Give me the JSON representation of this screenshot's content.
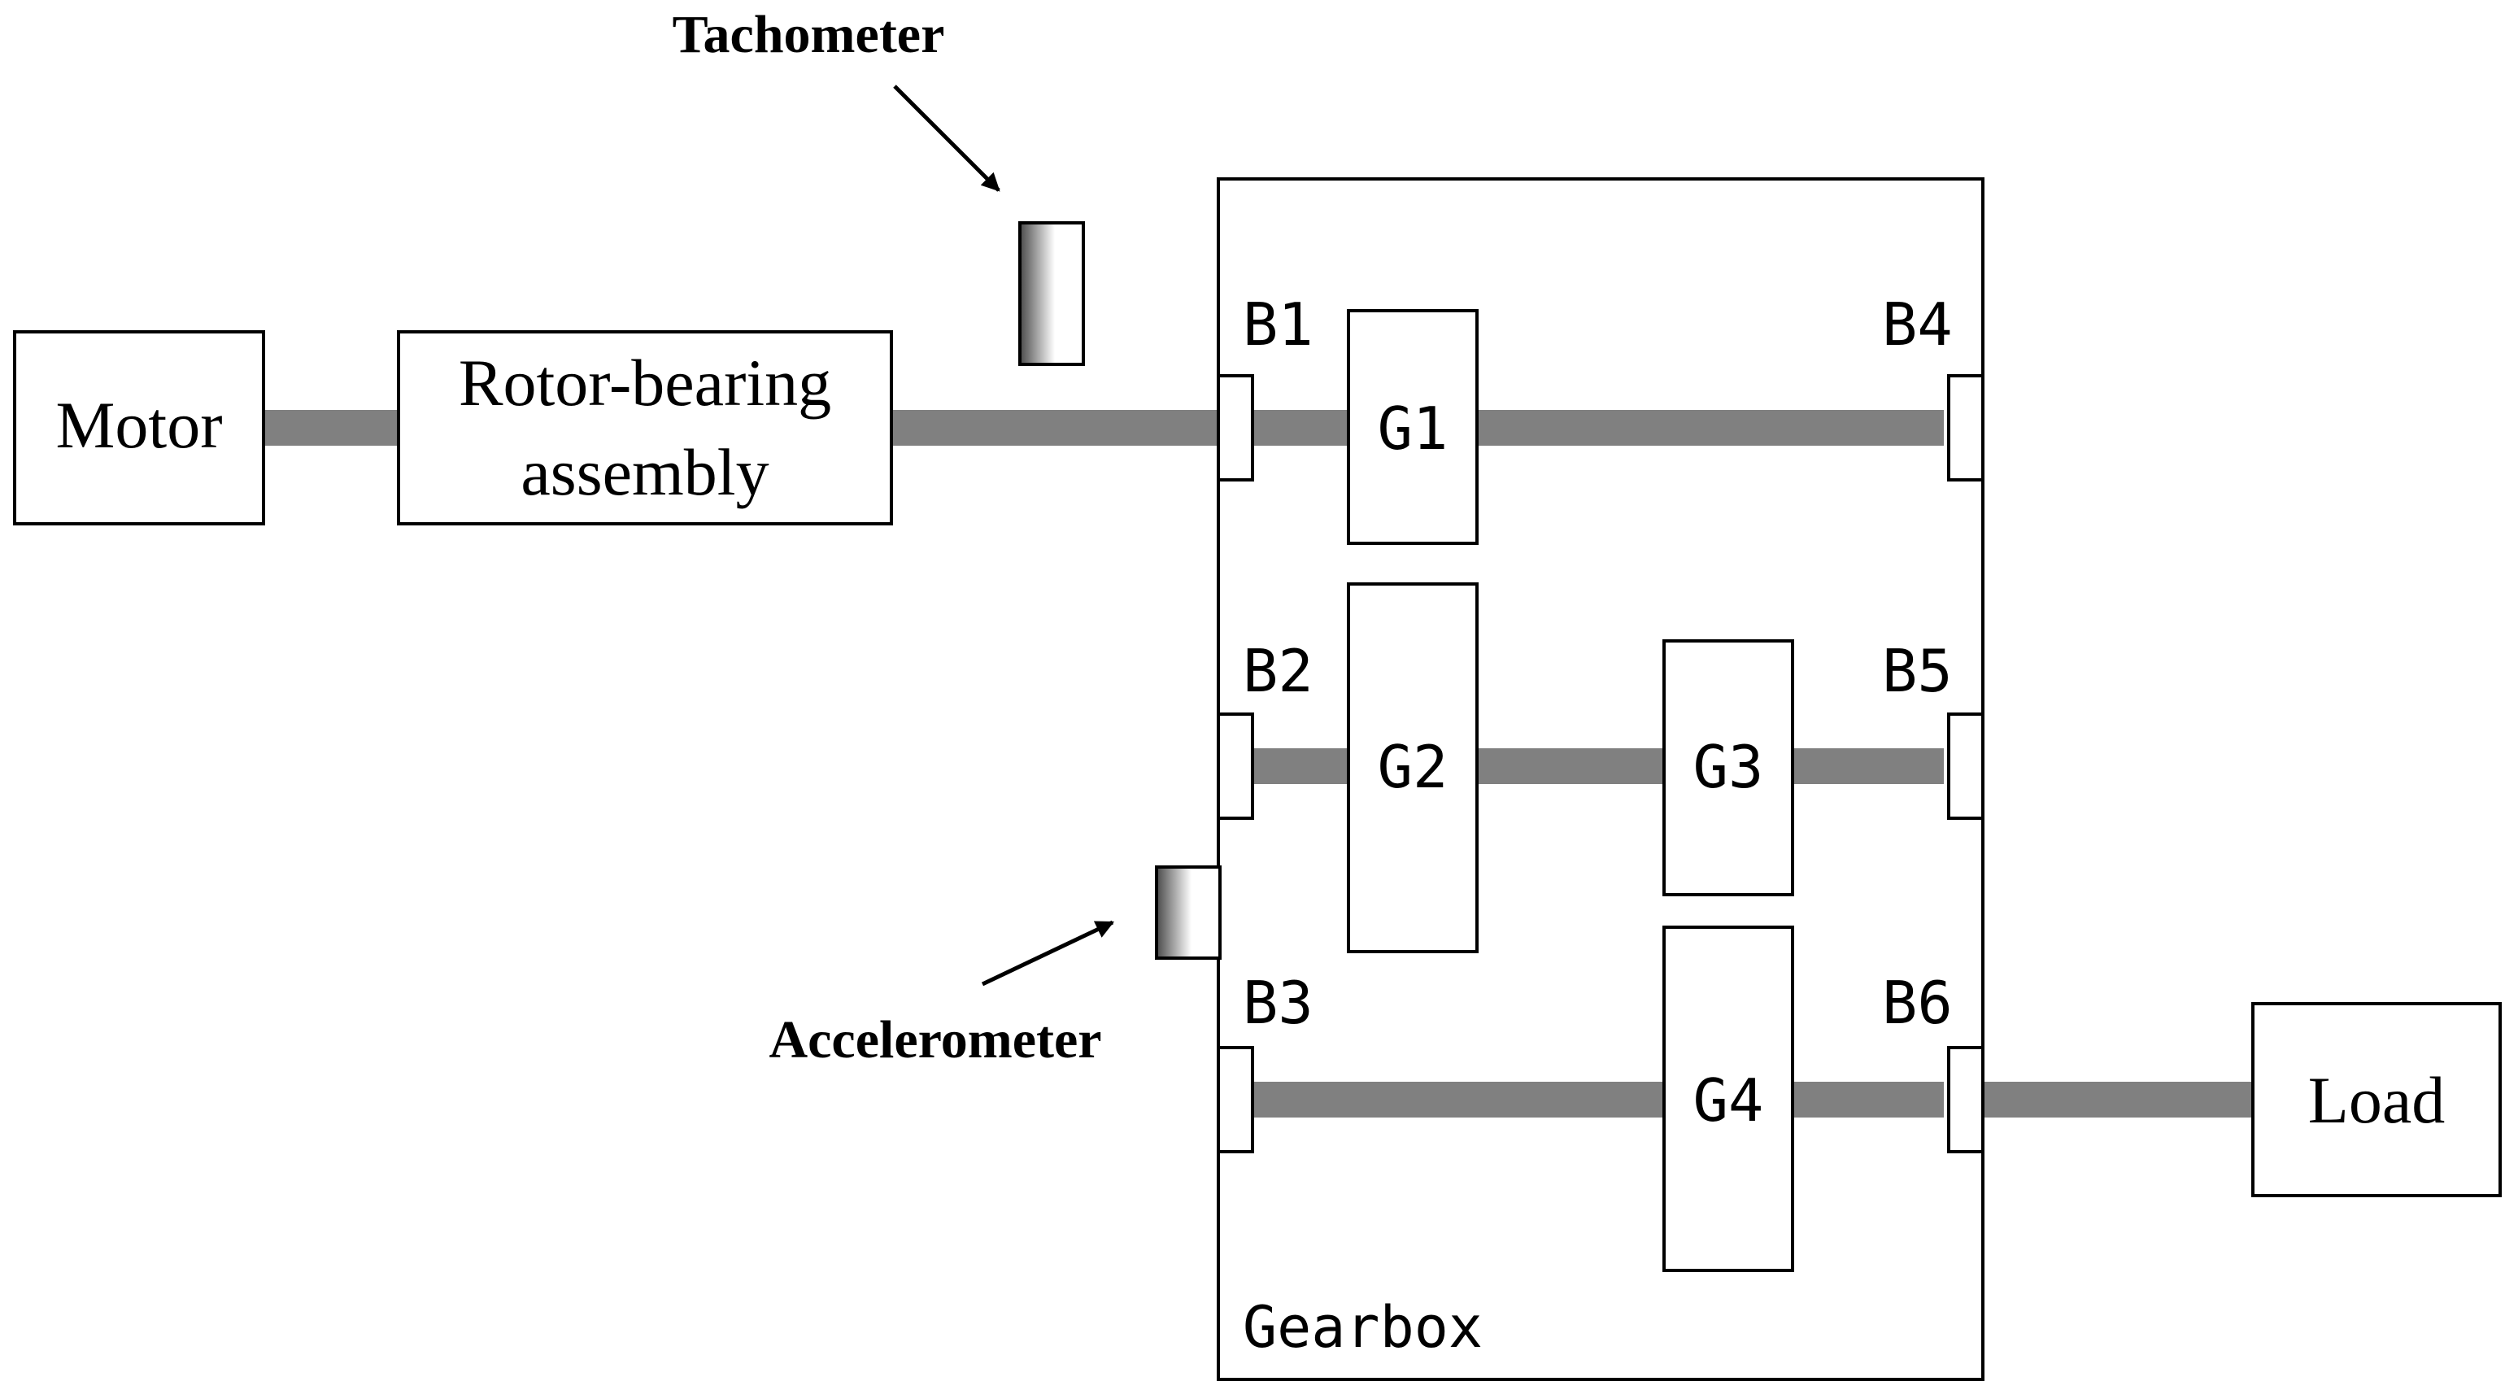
{
  "labels": {
    "tachometer": "Tachometer",
    "accelerometer": "Accelerometer",
    "motor": "Motor",
    "rotor_line1": "Rotor-bearing",
    "rotor_line2": "assembly",
    "load": "Load",
    "gearbox": "Gearbox",
    "bearings": [
      "B1",
      "B2",
      "B3",
      "B4",
      "B5",
      "B6"
    ],
    "gears": [
      "G1",
      "G2",
      "G3",
      "G4"
    ]
  },
  "colors": {
    "stroke": "#000000",
    "shaft": "#808080",
    "background": "#ffffff",
    "sensor_gradient_dark": "#4a4a4a",
    "sensor_gradient_light": "#ffffff"
  }
}
